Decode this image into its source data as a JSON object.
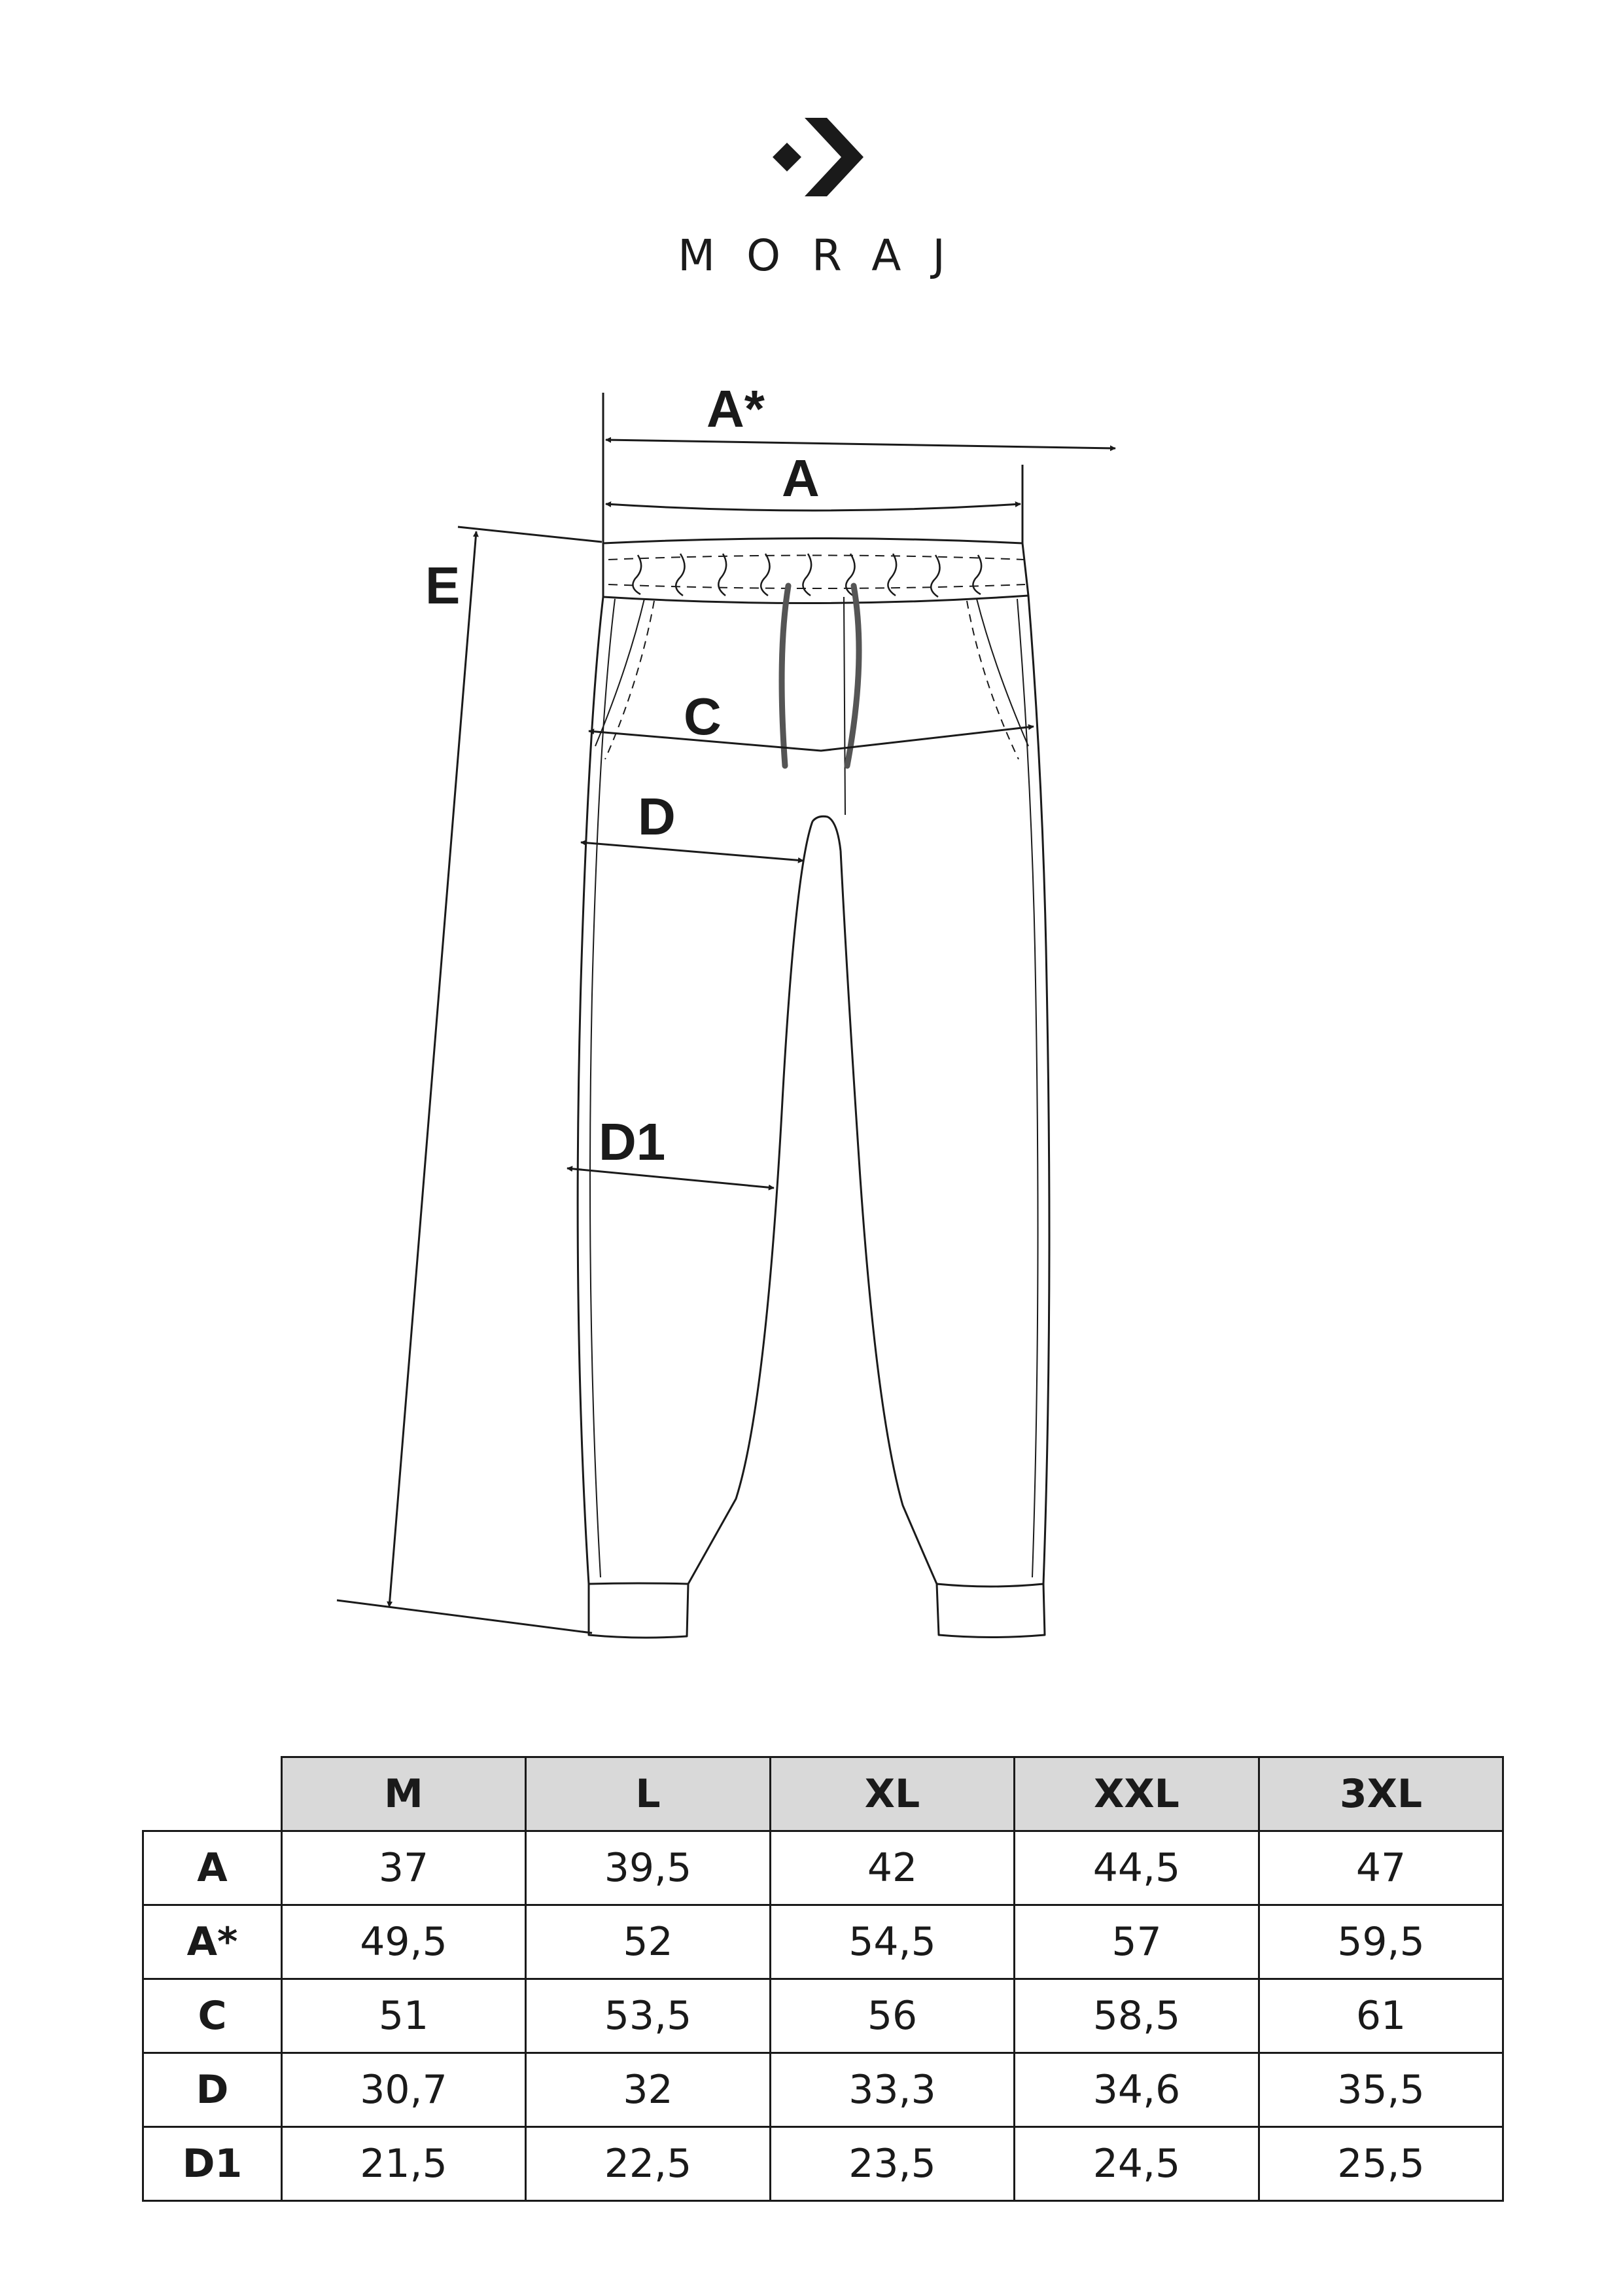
{
  "brand": {
    "name": "MORAJ",
    "logo_icon": "diamond-chevron-logo-icon"
  },
  "diagram": {
    "garment": "jogger-pants-outline",
    "labels": {
      "a_star": "A*",
      "a": "A",
      "e": "E",
      "c": "C",
      "d": "D",
      "d1": "D1"
    },
    "line_color": "#1a1a1a",
    "drawstring_color": "#555555"
  },
  "size_table": {
    "columns": [
      "M",
      "L",
      "XL",
      "XXL",
      "3XL"
    ],
    "rows": [
      {
        "label": "A",
        "values": [
          "37",
          "39,5",
          "42",
          "44,5",
          "47"
        ]
      },
      {
        "label": "A*",
        "values": [
          "49,5",
          "52",
          "54,5",
          "57",
          "59,5"
        ]
      },
      {
        "label": "C",
        "values": [
          "51",
          "53,5",
          "56",
          "58,5",
          "61"
        ]
      },
      {
        "label": "D",
        "values": [
          "30,7",
          "32",
          "33,3",
          "34,6",
          "35,5"
        ]
      },
      {
        "label": "D1",
        "values": [
          "21,5",
          "22,5",
          "23,5",
          "24,5",
          "25,5"
        ]
      }
    ],
    "header_bg": "#d9d9d9"
  }
}
